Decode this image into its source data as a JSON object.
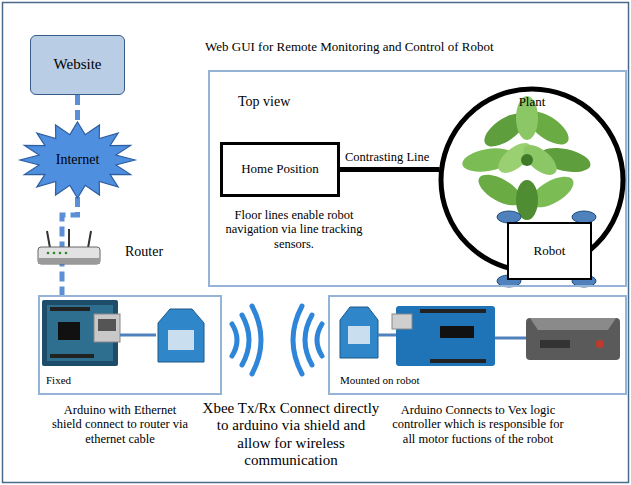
{
  "diagram": {
    "title": "Web GUI for Remote Monitoring and Control of Robot",
    "nodes": [
      {
        "text": [
          "Website"
        ]
      },
      {
        "text": [
          "Internet"
        ]
      },
      {
        "text": [
          "Top view",
          "Floor lines enable robot navigation via line tracking sensors."
        ]
      },
      {
        "text": [
          "Home Position"
        ],
        "in": 2
      },
      {
        "text": [
          "Plant"
        ],
        "in": 2
      },
      {
        "text": [
          "Robot"
        ],
        "in": 2
      },
      {
        "text": [
          "Fixed"
        ]
      },
      {
        "text": [
          "Mounted on robot"
        ]
      }
    ],
    "edges": [
      {
        "from": 0,
        "to": 1,
        "arrow": "none"
      },
      {
        "from": 1,
        "to": 6,
        "arrow": "none"
      },
      {
        "from": 3,
        "to": 4,
        "label": "Contrasting Line",
        "arrow": "none"
      }
    ],
    "labels": [
      "Router",
      "Arduino with Ethernet shield connect to router via ethernet cable",
      "Xbee Tx/Rx Connect directly to arduino via shield and allow for wireless communication",
      "Arduino Connects to Vex logic controller which is responsible for all motor fuctions of the robot"
    ]
  }
}
